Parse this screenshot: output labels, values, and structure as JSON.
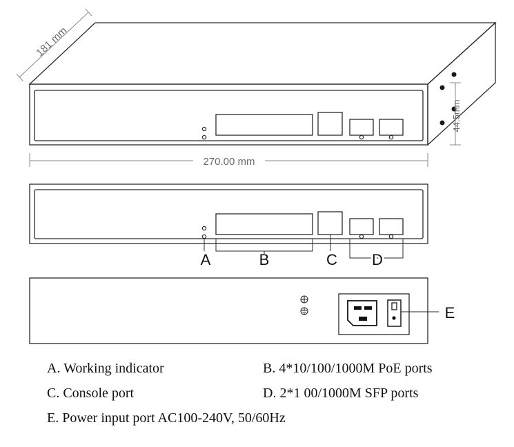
{
  "dimensions": {
    "depth": "181 mm",
    "width": "270.00 mm",
    "height": "44.5mm"
  },
  "callouts": {
    "a": "A",
    "b": "B",
    "c": "C",
    "d": "D",
    "e": "E"
  },
  "legend": {
    "a": "A. Working indicator",
    "b": "B. 4*10/100/1000M PoE ports",
    "c": "C. Console port",
    "d": "D. 2*1 00/1000M SFP ports",
    "e": "E. Power input port AC100-240V, 50/60Hz"
  }
}
